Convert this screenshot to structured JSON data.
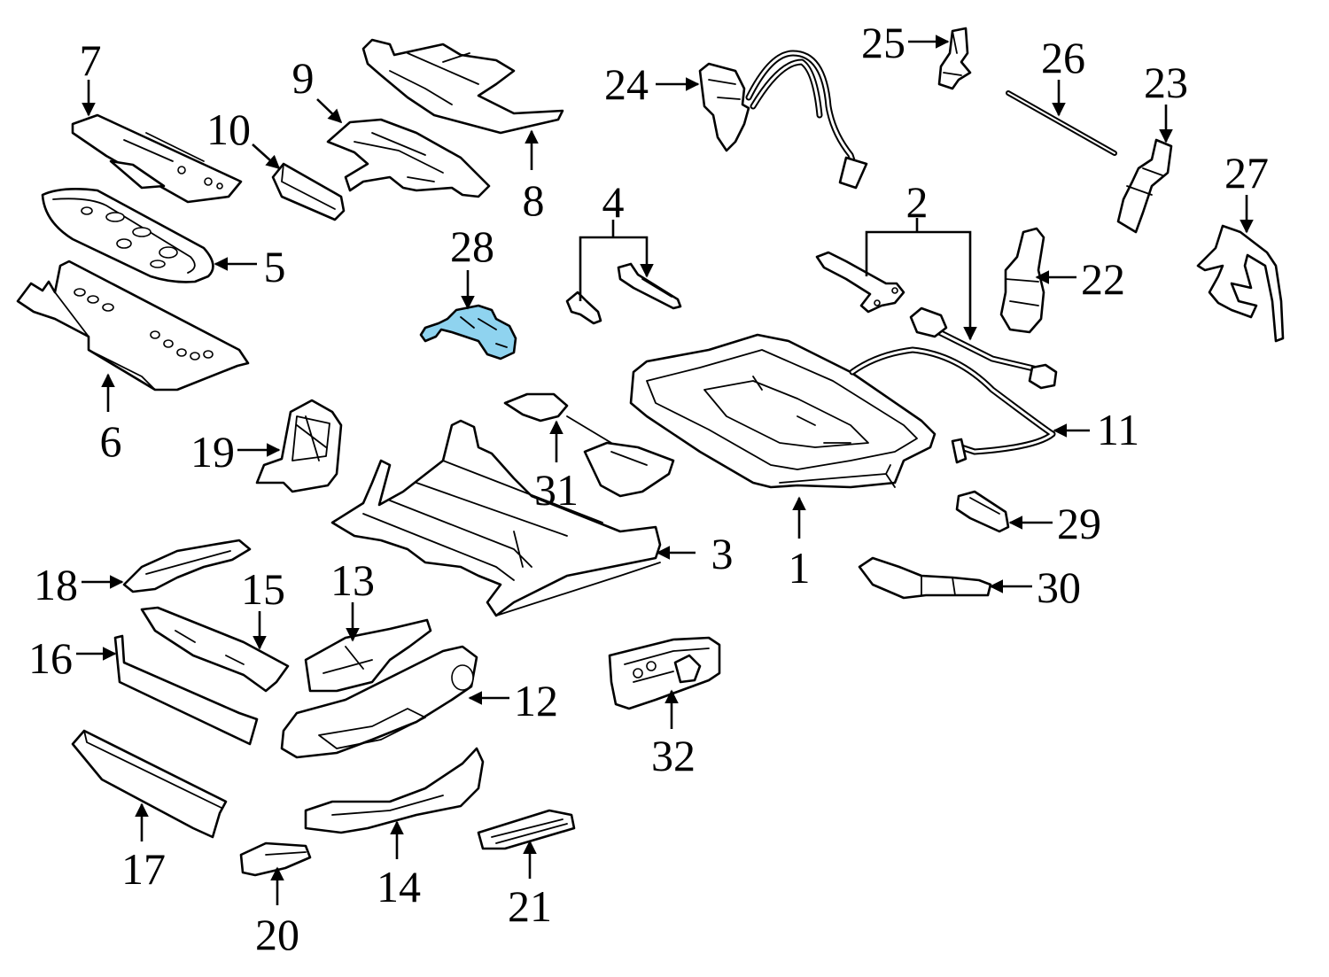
{
  "diagram": {
    "highlight_color": "#8fd3ef",
    "line_color": "#000000",
    "background": "#ffffff",
    "callouts": {
      "c1": "1",
      "c2": "2",
      "c3": "3",
      "c4": "4",
      "c5": "5",
      "c6": "6",
      "c7": "7",
      "c8": "8",
      "c9": "9",
      "c10": "10",
      "c11": "11",
      "c12": "12",
      "c13": "13",
      "c14": "14",
      "c15": "15",
      "c16": "16",
      "c17": "17",
      "c18": "18",
      "c19": "19",
      "c20": "20",
      "c21": "21",
      "c22": "22",
      "c23": "23",
      "c24": "24",
      "c25": "25",
      "c26": "26",
      "c27": "27",
      "c28": "28",
      "c29": "29",
      "c30": "30",
      "c31": "31",
      "c32": "32"
    },
    "highlighted_part": "28"
  }
}
